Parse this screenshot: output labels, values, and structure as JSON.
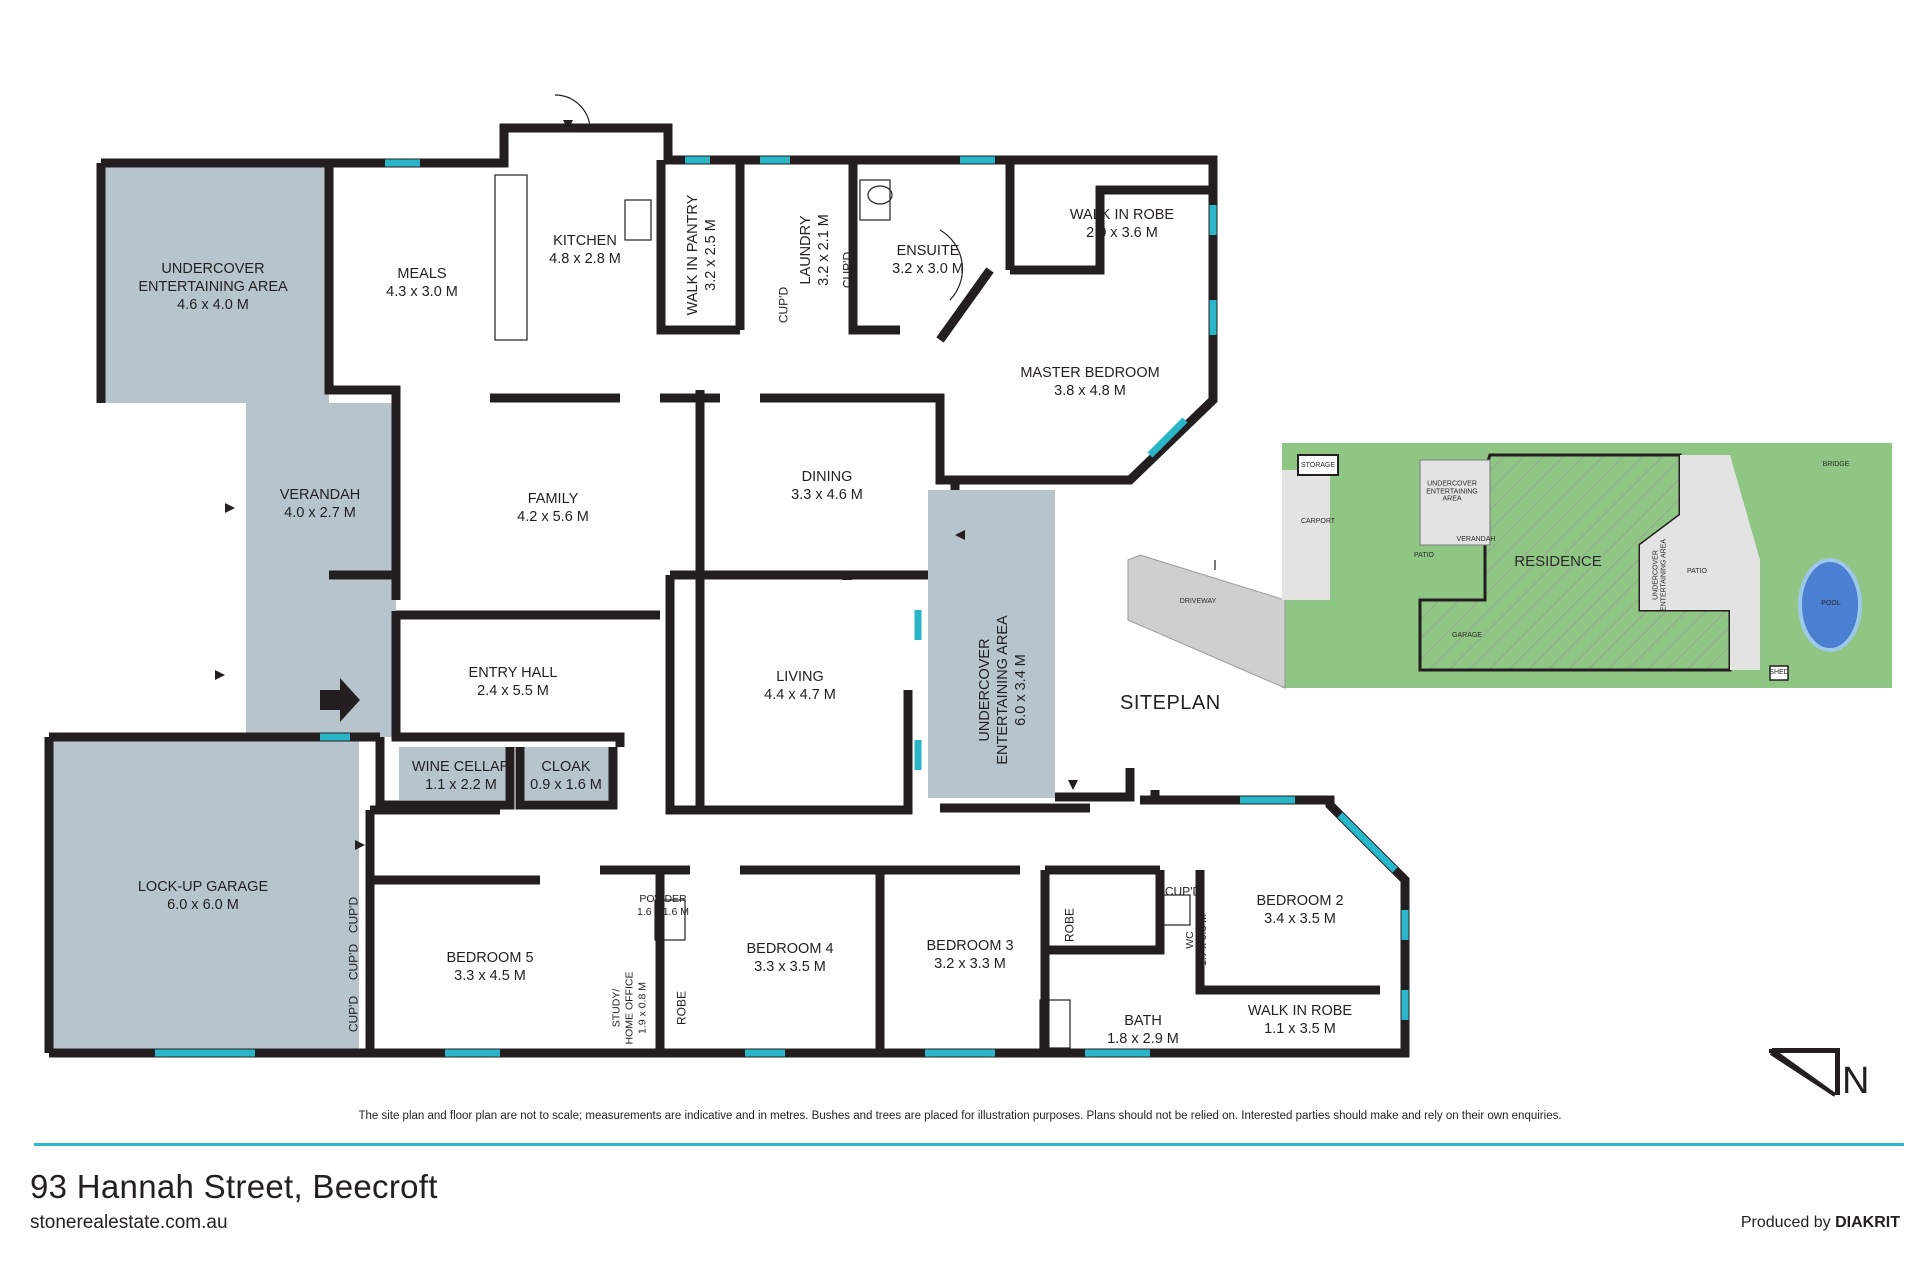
{
  "rooms": [
    {
      "name": "UNDERCOVER\nENTERTAINING AREA",
      "dims": "4.6 x 4.0 M"
    },
    {
      "name": "MEALS",
      "dims": "4.3 x 3.0 M"
    },
    {
      "name": "KITCHEN",
      "dims": "4.8 x 2.8 M"
    },
    {
      "name": "WALK IN PANTRY",
      "dims": "3.2 x 2.5 M"
    },
    {
      "name": "LAUNDRY",
      "dims": "3.2 x 2.1 M"
    },
    {
      "name": "ENSUITE",
      "dims": "3.2 x 3.0 M"
    },
    {
      "name": "WALK IN ROBE",
      "dims": "2.0 x 3.6 M"
    },
    {
      "name": "MASTER BEDROOM",
      "dims": "3.8 x 4.8 M"
    },
    {
      "name": "VERANDAH",
      "dims": "4.0 x 2.7 M"
    },
    {
      "name": "FAMILY",
      "dims": "4.2 x 5.6 M"
    },
    {
      "name": "DINING",
      "dims": "3.3 x 4.6 M"
    },
    {
      "name": "ENTRY HALL",
      "dims": "2.4 x 5.5 M"
    },
    {
      "name": "LIVING",
      "dims": "4.4 x 4.7 M"
    },
    {
      "name": "UNDERCOVER\nENTERTAINING AREA",
      "dims": "6.0 x 3.4 M"
    },
    {
      "name": "WINE CELLAR",
      "dims": "1.1 x 2.2 M"
    },
    {
      "name": "CLOAK",
      "dims": "0.9 x 1.6 M"
    },
    {
      "name": "LOCK-UP GARAGE",
      "dims": "6.0 x 6.0 M"
    },
    {
      "name": "BEDROOM 5",
      "dims": "3.3 x 4.5 M"
    },
    {
      "name": "POWDER",
      "dims": "1.6 x 1.6 M"
    },
    {
      "name": "STUDY/\nHOME OFFICE",
      "dims": "1.9 x 0.8 M"
    },
    {
      "name": "BEDROOM 4",
      "dims": "3.3 x 3.5 M"
    },
    {
      "name": "BEDROOM 3",
      "dims": "3.2 x 3.3 M"
    },
    {
      "name": "BEDROOM 2",
      "dims": "3.4 x 3.5 M"
    },
    {
      "name": "WC",
      "dims": "1.7 x 0.8 M"
    },
    {
      "name": "BATH",
      "dims": "1.8 x 2.9 M"
    },
    {
      "name": "WALK IN ROBE",
      "dims": "1.1 x 3.5 M"
    }
  ],
  "small_labels": [
    "CUP'D",
    "CUP'D",
    "CUP'D",
    "CUP'D",
    "CUP'D",
    "CUP'D",
    "ROBE",
    "ROBE"
  ],
  "siteplan": {
    "title": "SITEPLAN",
    "labels": [
      "STORAGE",
      "CARPORT",
      "UNDERCOVER\nENTERTAINING\nAREA",
      "PATIO",
      "VERANDAH",
      "RESIDENCE",
      "GARAGE",
      "DRIVEWAY",
      "UNDERCOVER\nENTERTAINING AREA",
      "PATIO",
      "POOL",
      "BRIDGE",
      "SHED"
    ]
  },
  "footer": {
    "disclaimer": "The site plan and floor plan are not to scale; measurements are indicative and in metres. Bushes and trees are placed for illustration purposes. Plans should not be relied on. Interested parties should make and rely on their own enquiries.",
    "address": "93 Hannah Street, Beecroft",
    "website": "stonerealestate.com.au",
    "produced_prefix": "Produced by",
    "produced_brand": "DIAKRIT"
  },
  "compass": {
    "label": "N"
  },
  "colors": {
    "wall": "#231f20",
    "outdoor": "#b7c4cc",
    "window": "#29b6c9",
    "lawn": "#8fc684",
    "hatch": "#9a9a9a"
  }
}
